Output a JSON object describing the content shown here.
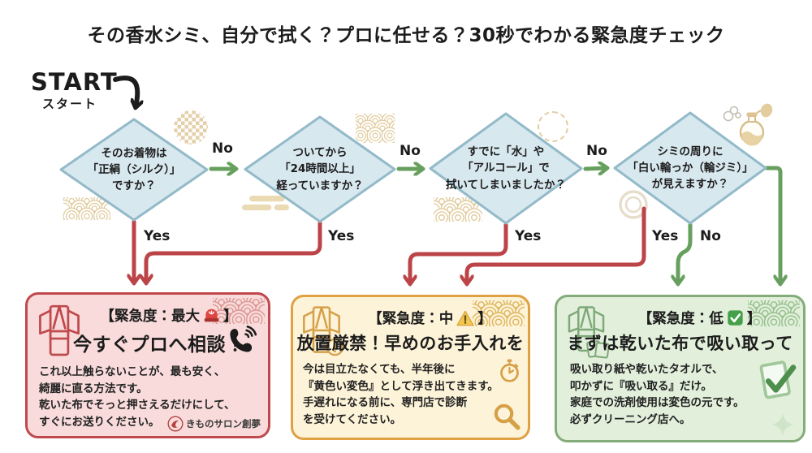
{
  "title": "その香水シミ、自分で拭く？プロに任せる？30秒でわかる緊急度チェック",
  "start": {
    "label": "START",
    "sublabel": "スタート"
  },
  "labels": {
    "yes": "Yes",
    "no": "No"
  },
  "diamonds": [
    {
      "lines": [
        "そのお着物は",
        "「正絹（シルク）」",
        "ですか？"
      ]
    },
    {
      "lines": [
        "ついてから",
        "「24時間以上」",
        "経っていますか？"
      ]
    },
    {
      "lines": [
        "すでに「水」や",
        "「アルコール」で",
        "拭いてしまいましたか？"
      ]
    },
    {
      "lines": [
        "シミの周りに",
        "「白い輪っか（輪ジミ）」",
        "が見えますか？"
      ]
    }
  ],
  "boxes": [
    {
      "header_prefix": "【緊急度：最大",
      "header_suffix": "】",
      "headline": "今すぐプロへ相談！",
      "body": [
        "これ以上触らないことが、最も安く、",
        "綺麗に直る方法です。",
        "乾いた布でそっと押さえるだけにして、",
        "すぐにお送りください。"
      ],
      "logo": "きものサロン創夢"
    },
    {
      "header_prefix": "【緊急度：中",
      "header_suffix": "】",
      "headline": "放置厳禁！早めのお手入れを",
      "body": [
        "今は目立たなくても、半年後に",
        "『黄色い変色』として浮き出てきます。",
        "手遅れになる前に、専門店で診断",
        "を受けてください。"
      ]
    },
    {
      "header_prefix": "【緊急度：低",
      "header_suffix": "】",
      "headline": "まずは乾いた布で吸い取って",
      "body": [
        "吸い取り紙や乾いたタオルで、",
        "叩かずに『吸い取る』だけ。",
        "家庭での洗剤使用は変色の元です。",
        "必ずクリーニング店へ。"
      ]
    }
  ],
  "colors": {
    "diamond_fill": "#d8e8ef",
    "diamond_border": "#93bac9",
    "yes_red": "#bc4448",
    "no_green": "#67a05e",
    "max_box_border": "#c0494d",
    "max_box_fill": "#f8dbda",
    "mid_box_border": "#dfa142",
    "mid_box_fill": "#fdf3d8",
    "low_box_border": "#84ac7a",
    "low_box_fill": "#e1efdb",
    "gold_decor": "#d9bc84"
  }
}
